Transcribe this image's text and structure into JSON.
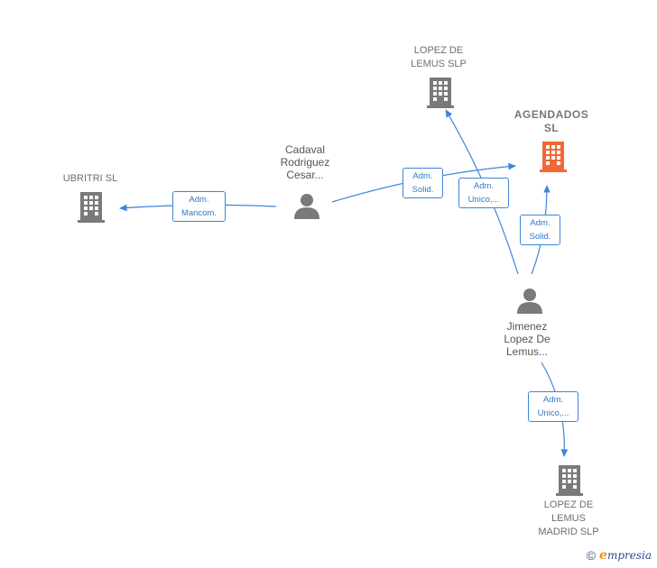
{
  "colors": {
    "edge": "#3d85d8",
    "building": "#7a7a7a",
    "building_accent": "#f26835",
    "person": "#7a7a7a"
  },
  "nodes": {
    "lopez_de_lemus_slp": {
      "label": "LOPEZ DE\nLEMUS  SLP",
      "icon": "building-icon"
    },
    "agendados_sl": {
      "label": "AGENDADOS\nSL",
      "icon": "building-icon"
    },
    "ubritri_sl": {
      "label": "UBRITRI  SL",
      "icon": "building-icon"
    },
    "cadaval": {
      "label": "Cadaval\nRodriguez\nCesar...",
      "icon": "person-icon"
    },
    "jimenez": {
      "label": "Jimenez\nLopez De\nLemus...",
      "icon": "person-icon"
    },
    "lopez_de_lemus_madrid_slp": {
      "label": "LOPEZ DE\nLEMUS\nMADRID  SLP",
      "icon": "building-icon"
    }
  },
  "relations": {
    "cadaval_ubritri": "Adm.\nMancom.",
    "cadaval_agendados": "Adm.\nSolid.",
    "jimenez_lopez_slp": "Adm.\nUnico,...",
    "jimenez_agendados": "Adm.\nSolid.",
    "jimenez_madrid": "Adm.\nUnico,..."
  },
  "footer": {
    "copyright_symbol": "©",
    "brand_initial": "e",
    "brand_rest": "mpresia"
  }
}
